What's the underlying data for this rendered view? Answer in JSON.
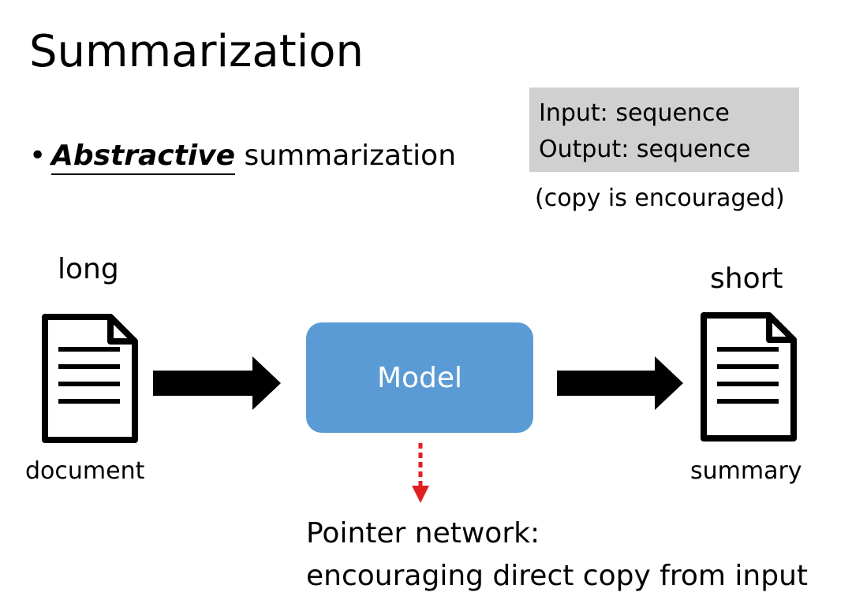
{
  "slide": {
    "title": "Summarization",
    "bullet": {
      "marker": "•",
      "emphasis": "Abstractive",
      "rest": " summarization"
    },
    "io_box": {
      "input": "Input: sequence",
      "output": "Output: sequence",
      "background": "#d0d0d0"
    },
    "copy_note": "(copy is encouraged)",
    "input_doc": {
      "top_label": "long",
      "bottom_label": "document",
      "icon": "document-icon"
    },
    "output_doc": {
      "top_label": "short",
      "bottom_label": "summary",
      "icon": "document-icon"
    },
    "model": {
      "label": "Model",
      "color": "#5b9bd5"
    },
    "pointer": {
      "line1": "Pointer network:",
      "line2": "encouraging direct copy from input",
      "arrow_color": "#e02020"
    }
  }
}
